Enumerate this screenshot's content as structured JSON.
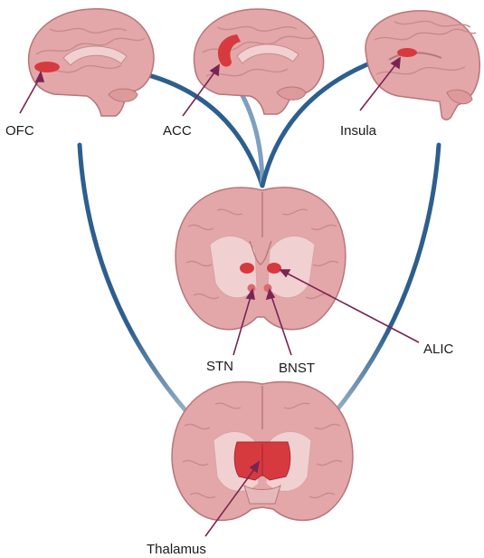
{
  "labels": {
    "ofc": "OFC",
    "acc": "ACC",
    "insula": "Insula",
    "stn": "STN",
    "bnst": "BNST",
    "alic": "ALIC",
    "thalamus": "Thalamus"
  },
  "colors": {
    "tract": "#2d5f8e",
    "brain_fill": "#e3a7a9",
    "brain_stroke": "#b97578",
    "gyrus_line": "#c98a8d",
    "white_matter": "#f1d0d1",
    "highlight": "#d63a3f",
    "pointer": "#7a2454",
    "label_text": "#1a1a1a"
  }
}
